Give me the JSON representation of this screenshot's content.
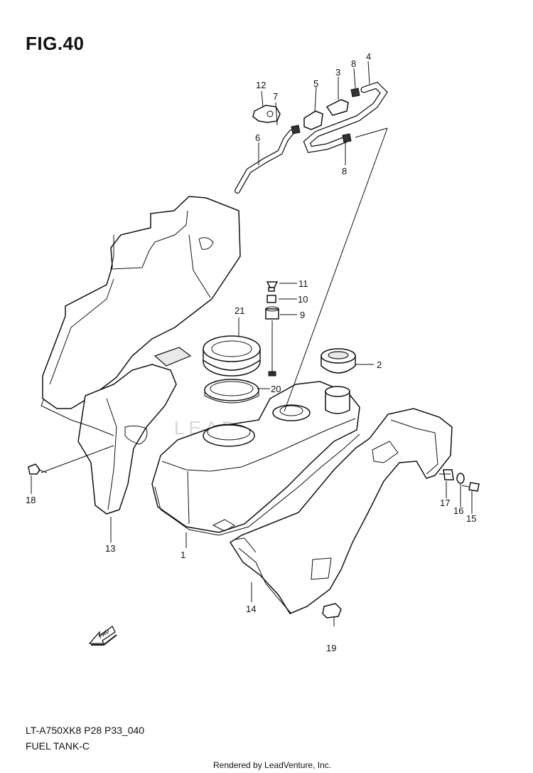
{
  "figure_title": "FIG.40",
  "model_code": "LT-A750XK8 P28 P33_040",
  "caption": "FUEL TANK-C",
  "credit": "Rendered by LeadVenture, Inc.",
  "watermark": "LEADVENTURE",
  "fwd_arrow_text": "FWD",
  "part_labels": {
    "p1": "1",
    "p2": "2",
    "p3": "3",
    "p4": "4",
    "p5": "5",
    "p6": "6",
    "p7": "7",
    "p8a": "8",
    "p8b": "8",
    "p9": "9",
    "p10": "10",
    "p11": "11",
    "p12": "12",
    "p13": "13",
    "p14": "14",
    "p15": "15",
    "p16": "16",
    "p17": "17",
    "p18": "18",
    "p19": "19",
    "p20": "20",
    "p21": "21"
  }
}
